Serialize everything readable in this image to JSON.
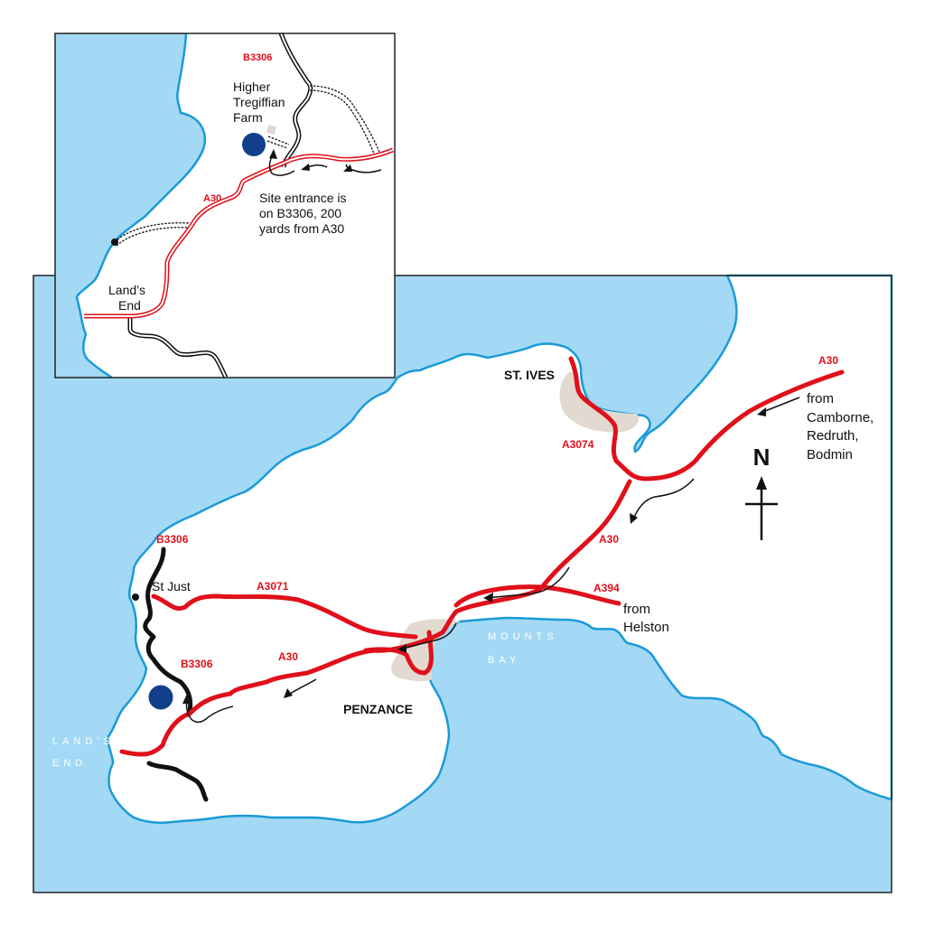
{
  "colors": {
    "sea": "#a3d9f5",
    "coast": "#1a9ad9",
    "land": "#ffffff",
    "a_road": "#e0101a",
    "b_road": "#111111",
    "urban": "#e2dad1",
    "site_marker": "#123f8a",
    "frame": "#222222"
  },
  "inset_map": {
    "road_labels": {
      "b3306": "B3306",
      "a30": "A30"
    },
    "site_name": [
      "Higher",
      "Tregiffian",
      "Farm"
    ],
    "directions_note": [
      "Site entrance is",
      "on B3306, 200",
      "yards from A30"
    ],
    "place": [
      "Land’s",
      "End"
    ]
  },
  "main_map": {
    "towns": {
      "st_ives": "ST. IVES",
      "penzance": "PENZANCE",
      "st_just": "St Just"
    },
    "sea_labels": {
      "lands_end": [
        "LAND'S",
        "END"
      ],
      "mounts_bay": [
        "MOUNTS",
        "BAY"
      ]
    },
    "road_labels": {
      "a30_east": "A30",
      "a30_mid": "A30",
      "a30_west": "A30",
      "a3074": "A3074",
      "a3071": "A3071",
      "a394": "A394",
      "b3306_north": "B3306",
      "b3306_south": "B3306"
    },
    "from_east": [
      "from",
      "Camborne,",
      "Redruth,",
      "Bodmin"
    ],
    "from_helston": [
      "from",
      "Helston"
    ],
    "north_arrow": "N"
  }
}
